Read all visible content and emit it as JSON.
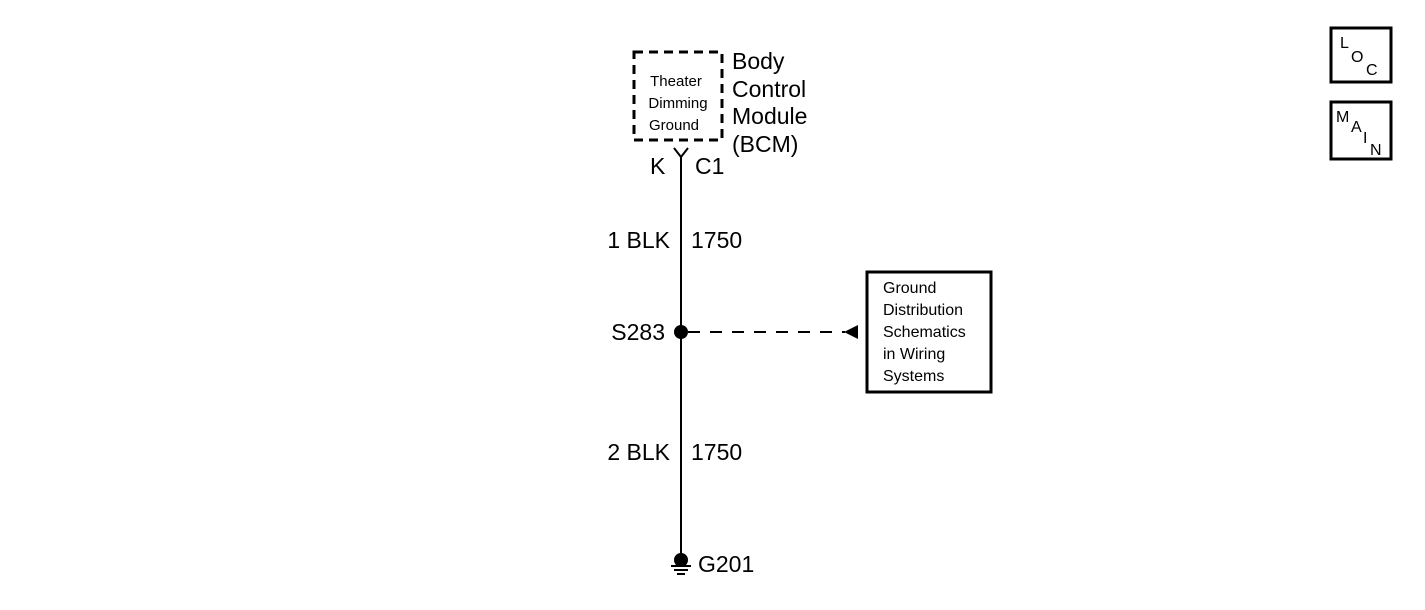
{
  "component": {
    "name_lines": [
      "Body",
      "Control",
      "Module",
      "(BCM)"
    ],
    "internal_circuit_lines": [
      "Theater",
      "Dimming",
      "Ground"
    ],
    "pin": "K",
    "connector": "C1"
  },
  "wire_upper": {
    "size_color": "1 BLK",
    "circuit": "1750"
  },
  "splice": {
    "id": "S283"
  },
  "reference_box": {
    "lines": [
      "Ground",
      "Distribution",
      "Schematics",
      "in Wiring",
      "Systems"
    ]
  },
  "wire_lower": {
    "size_color": "2 BLK",
    "circuit": "1750"
  },
  "ground": {
    "id": "G201"
  },
  "nav_buttons": {
    "loc": {
      "letters": [
        "L",
        "O",
        "C"
      ]
    },
    "main": {
      "letters": [
        "M",
        "A",
        "I",
        "N"
      ]
    }
  },
  "colors": {
    "line": "#000000",
    "background": "#ffffff"
  }
}
